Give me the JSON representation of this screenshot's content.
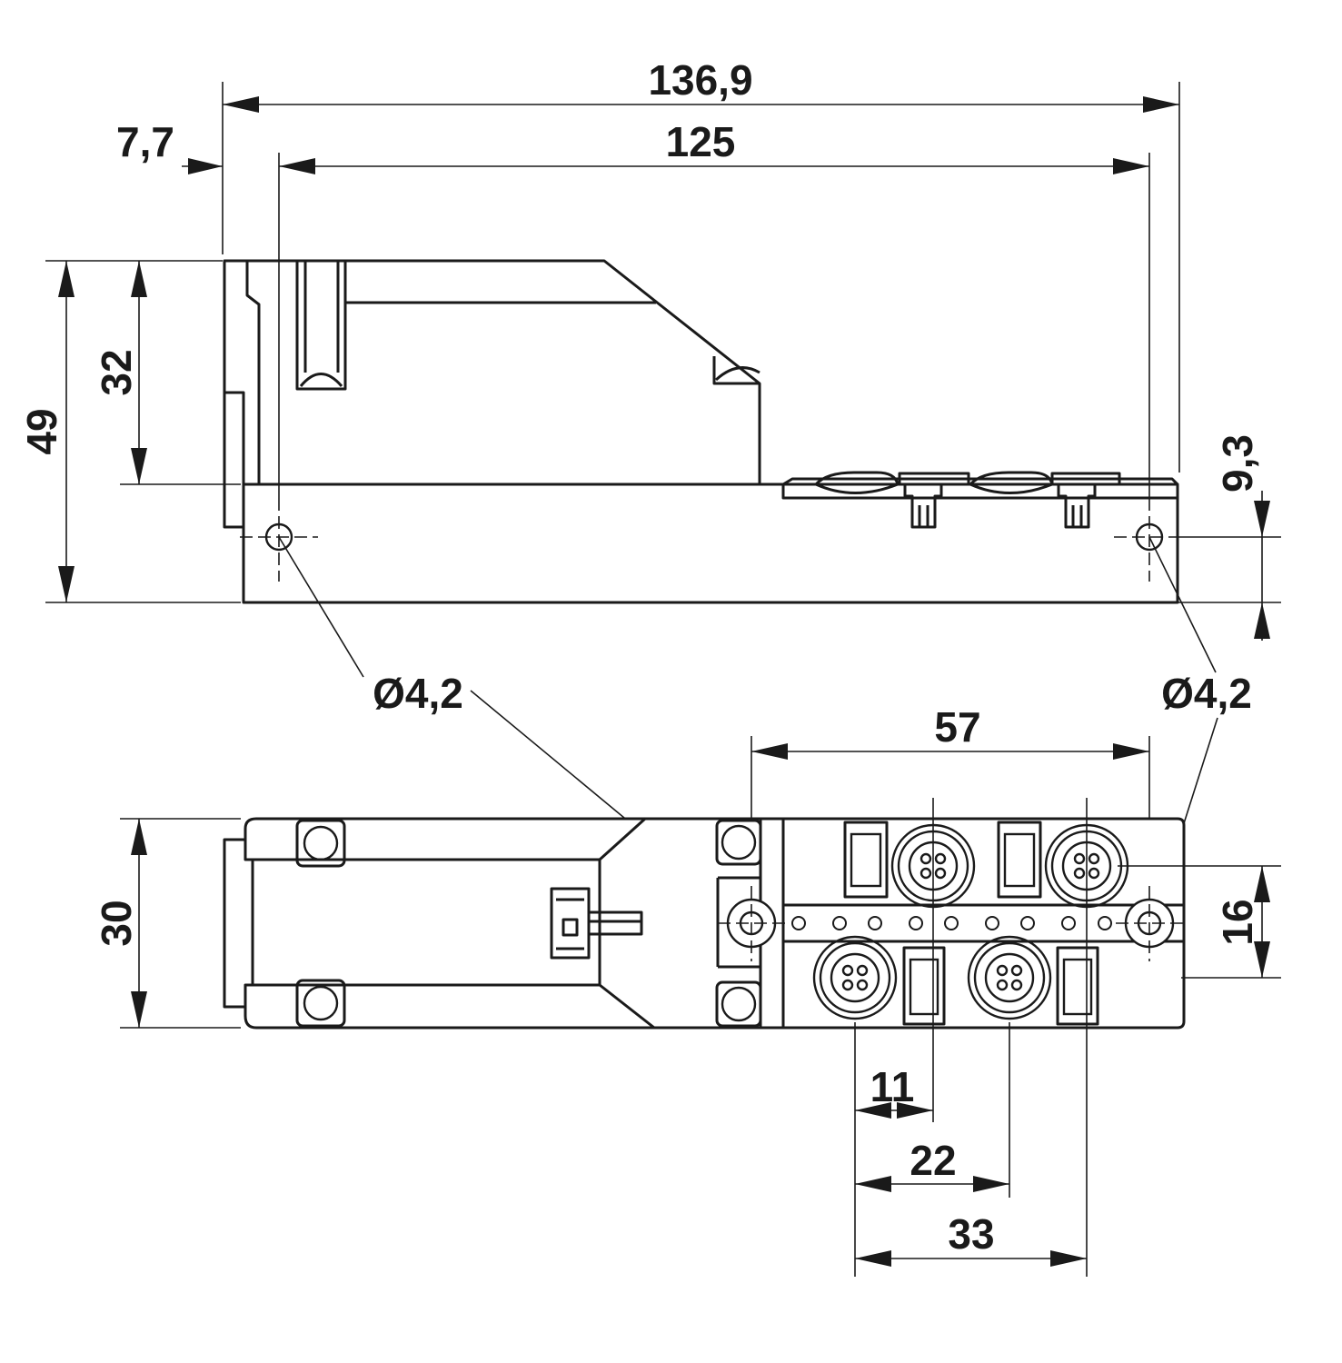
{
  "dimensions": {
    "overall_length": "136,9",
    "hole_spacing_top": "125",
    "left_offset": "7,7",
    "total_height": "49",
    "upper_height": "32",
    "hole_height": "9,3",
    "hole_diameter_left": "Ø4,2",
    "hole_diameter_right": "Ø4,2",
    "mount_spacing": "57",
    "bottom_width": "30",
    "connector_row_spacing": "16",
    "pitch_11": "11",
    "pitch_22": "22",
    "pitch_33": "33"
  }
}
